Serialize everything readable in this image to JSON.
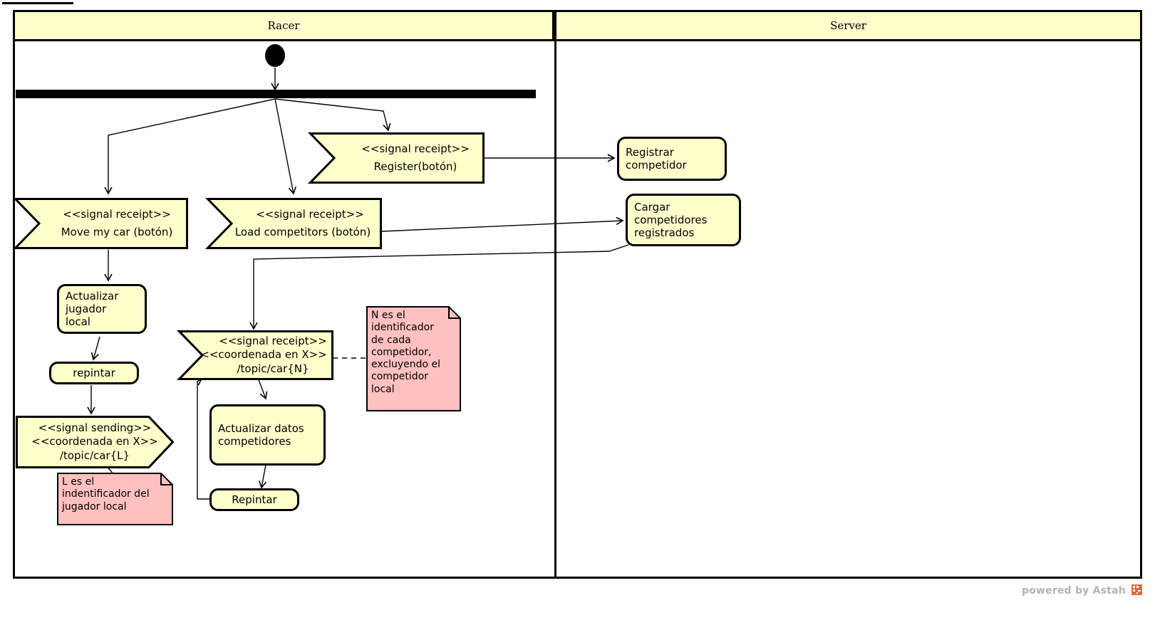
{
  "diagram": {
    "tool_watermark": "powered by Astah",
    "lanes": [
      {
        "id": "racer",
        "label": "Racer"
      },
      {
        "id": "server",
        "label": "Server"
      }
    ]
  },
  "nodes": {
    "initial": {
      "name": "initial-node",
      "label": ""
    },
    "fork": {
      "name": "fork-bar",
      "label": ""
    },
    "register_signal": {
      "kind": "signal-receipt",
      "stereotype": "<<signal receipt>>",
      "label": "Register(botón)"
    },
    "move_my_car_signal": {
      "kind": "signal-receipt",
      "stereotype": "<<signal receipt>>",
      "label": "Move my car (botón)"
    },
    "load_competitors_signal": {
      "kind": "signal-receipt",
      "stereotype": "<<signal receipt>>",
      "label": "Load competitors (botón)"
    },
    "registrar_competidor": {
      "kind": "action",
      "label": "Registrar\ncompetidor"
    },
    "cargar_competidores": {
      "kind": "action",
      "label": "Cargar\ncompetidores\nregistrados"
    },
    "actualizar_jugador_local": {
      "kind": "action",
      "label": "Actualizar\njugador\nlocal"
    },
    "repintar_local": {
      "kind": "action",
      "label": "repintar"
    },
    "signal_sending_x": {
      "kind": "signal-sending",
      "line1": "<<signal sending>>",
      "line2": "<<coordenada en X>>",
      "line3": "/topic/car{L}"
    },
    "coordenada_receipt": {
      "kind": "signal-receipt",
      "line1": "<<signal receipt>>",
      "line2": "<<coordenada en X>>",
      "line3": "/topic/car{N}"
    },
    "actualizar_datos_competidores": {
      "kind": "action",
      "label": "Actualizar datos\ncompetidores"
    },
    "repintar_competidores": {
      "kind": "action",
      "label": "Repintar"
    }
  },
  "notes": {
    "note_l": {
      "text": "L es el\nindentificador del\njugador local"
    },
    "note_n": {
      "text": "N es el\nidentificador\nde cada\ncompetidor,\nexcluyendo el\ncompetidor\nlocal"
    }
  },
  "colors": {
    "node_fill": "#ffffcc",
    "note_fill": "#ffc0c0",
    "stroke": "#000000",
    "watermark": "#b3b3b3",
    "logo": "#e06a3a"
  }
}
